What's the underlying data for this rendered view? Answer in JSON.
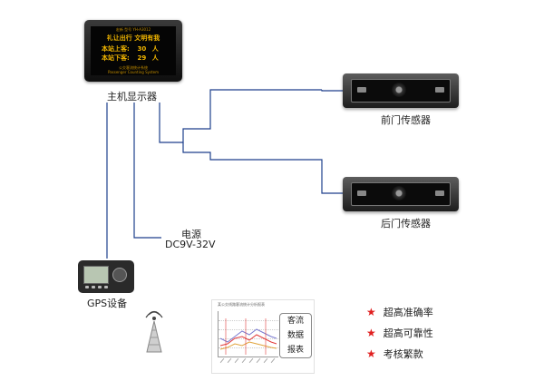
{
  "display": {
    "header": "宏新 型号 YH-A3012",
    "line1": "礼让出行 文明有我",
    "row_on_label": "本站上客:",
    "row_on_value": "30",
    "row_on_unit": "人",
    "row_off_label": "本站下客:",
    "row_off_value": "29",
    "row_off_unit": "人",
    "footer1": "公交客流统计系统",
    "footer2": "Passenger Counting System"
  },
  "labels": {
    "main_display": "主机显示器",
    "front_sensor": "前门传感器",
    "rear_sensor": "后门传感器",
    "power_title": "电源",
    "power_value": "DC9V-32V",
    "gps": "GPS设备"
  },
  "report": {
    "title": "某公交线路客流统计分析报表",
    "callout": [
      "客流",
      "数据",
      "报表"
    ]
  },
  "features": [
    {
      "icon": "star-icon",
      "text": "超高准确率"
    },
    {
      "icon": "star-icon",
      "text": "超高可靠性"
    },
    {
      "icon": "star-icon",
      "text": "考核繁款"
    }
  ],
  "colors": {
    "wire": "#1d3f8c",
    "star": "#e02020",
    "display_text": "#f2b600",
    "report_line1": "#e23b3b",
    "report_line2": "#e0a33a",
    "report_line3": "#7a7ad0"
  }
}
